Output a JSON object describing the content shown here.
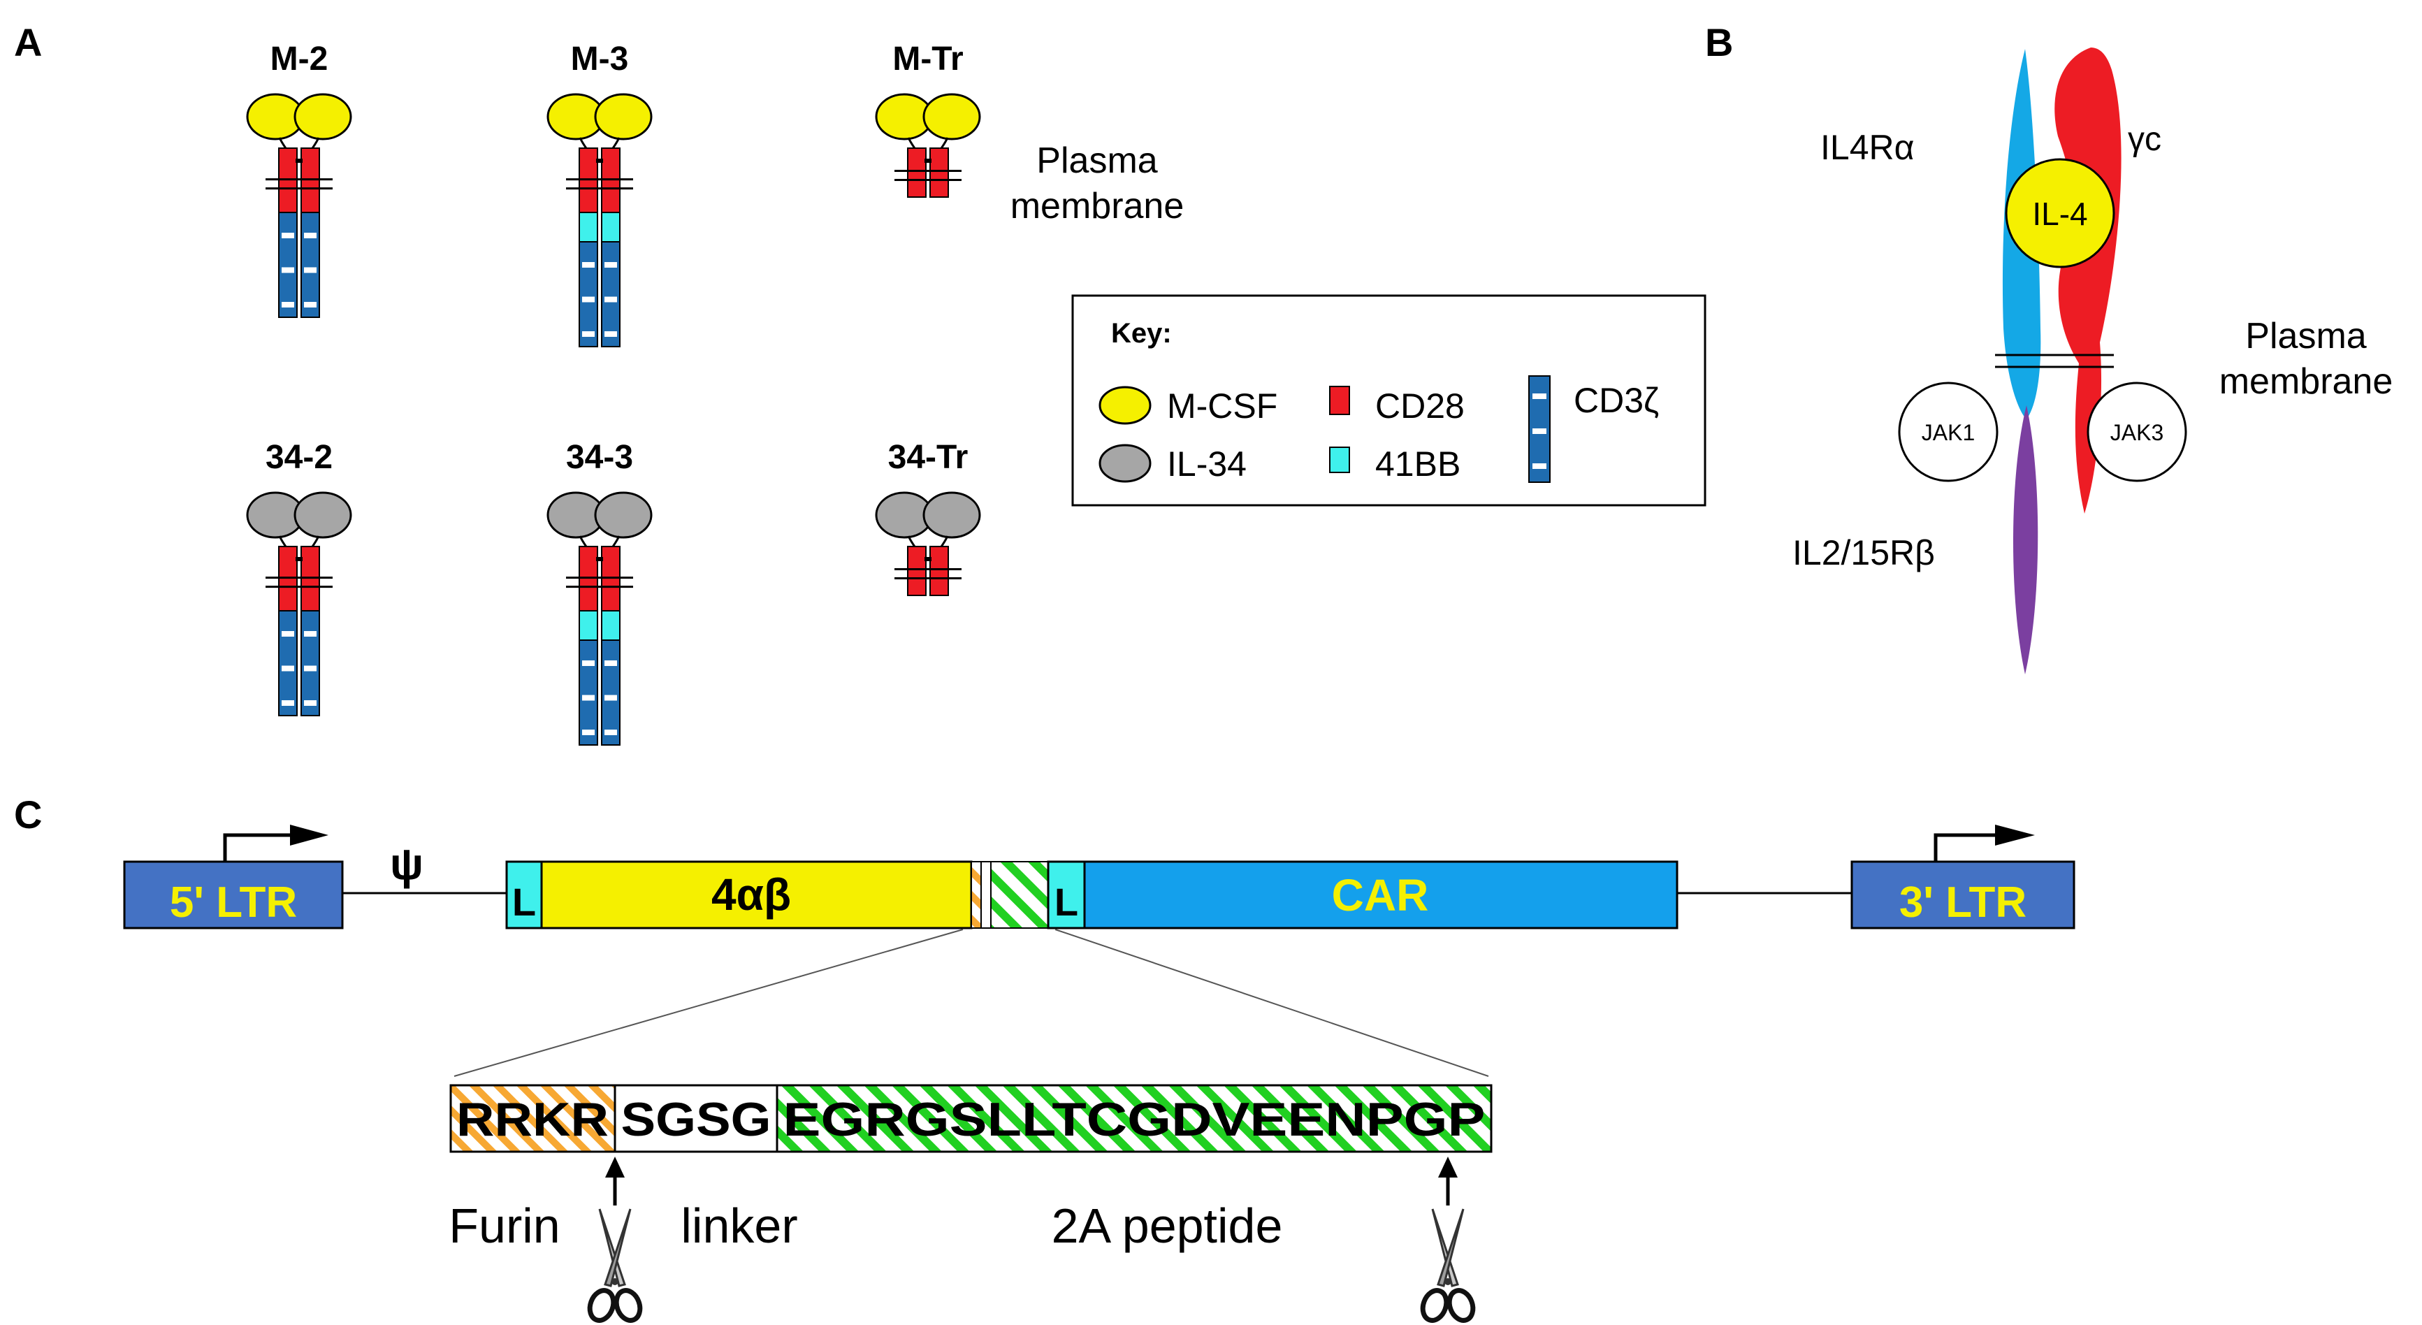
{
  "panels": {
    "a": {
      "letter": "A",
      "constructs": [
        {
          "id": "m2",
          "label": "M-2",
          "ligand": "M-CSF",
          "domains": [
            "CD28",
            "CD3ζ"
          ]
        },
        {
          "id": "m3",
          "label": "M-3",
          "ligand": "M-CSF",
          "domains": [
            "CD28",
            "41BB",
            "CD3ζ"
          ]
        },
        {
          "id": "mtr",
          "label": "M-Tr",
          "ligand": "M-CSF",
          "domains": [
            "CD28"
          ]
        },
        {
          "id": "342",
          "label": "34-2",
          "ligand": "IL-34",
          "domains": [
            "CD28",
            "CD3ζ"
          ]
        },
        {
          "id": "343",
          "label": "34-3",
          "ligand": "IL-34",
          "domains": [
            "CD28",
            "41BB",
            "CD3ζ"
          ]
        },
        {
          "id": "34tr",
          "label": "34-Tr",
          "ligand": "IL-34",
          "domains": [
            "CD28"
          ]
        }
      ],
      "membrane_label_line1": "Plasma",
      "membrane_label_line2": "membrane",
      "key": {
        "title": "Key:",
        "items": [
          {
            "label": "M-CSF",
            "color": "#f5f000"
          },
          {
            "label": "IL-34",
            "color": "#a6a6a6"
          },
          {
            "label": "CD28",
            "color": "#ed1c24"
          },
          {
            "label": "41BB",
            "color": "#3ff0ec"
          },
          {
            "label": "CD3ζ",
            "color": "#1f6cb0"
          }
        ]
      }
    },
    "b": {
      "letter": "B",
      "labels": {
        "il4ra": "IL4Rα",
        "gc": "γc",
        "il4": "IL-4",
        "membrane_line1": "Plasma",
        "membrane_line2": "membrane",
        "jak1": "JAK1",
        "jak3": "JAK3",
        "il215rb": "IL2/15Rβ"
      },
      "colors": {
        "il4ra": "#14a8e6",
        "gc": "#ed1c24",
        "il215rb": "#7b3fa0",
        "il4": "#f5f000"
      }
    },
    "c": {
      "letter": "C",
      "vector": {
        "ltr5": "5' LTR",
        "ltr3": "3' LTR",
        "psi": "ψ",
        "leader": "L",
        "four_ab": "4αβ",
        "car": "CAR"
      },
      "peptide": {
        "furin_site": "RRKR",
        "linker_seq": "SGSG",
        "p2a_seq": "EGRGSLLTCGDVEENPGP",
        "furin_label": "Furin",
        "linker_label": "linker",
        "p2a_label": "2A peptide"
      },
      "colors": {
        "ltr": "#4472c4",
        "ltr_text": "#f5f000",
        "leader": "#3ff0ec",
        "four_ab": "#f5f000",
        "car": "#14a0ec",
        "car_text": "#f5f000",
        "furin_hatch": "#f7a833",
        "p2a_hatch": "#21d021"
      }
    }
  }
}
